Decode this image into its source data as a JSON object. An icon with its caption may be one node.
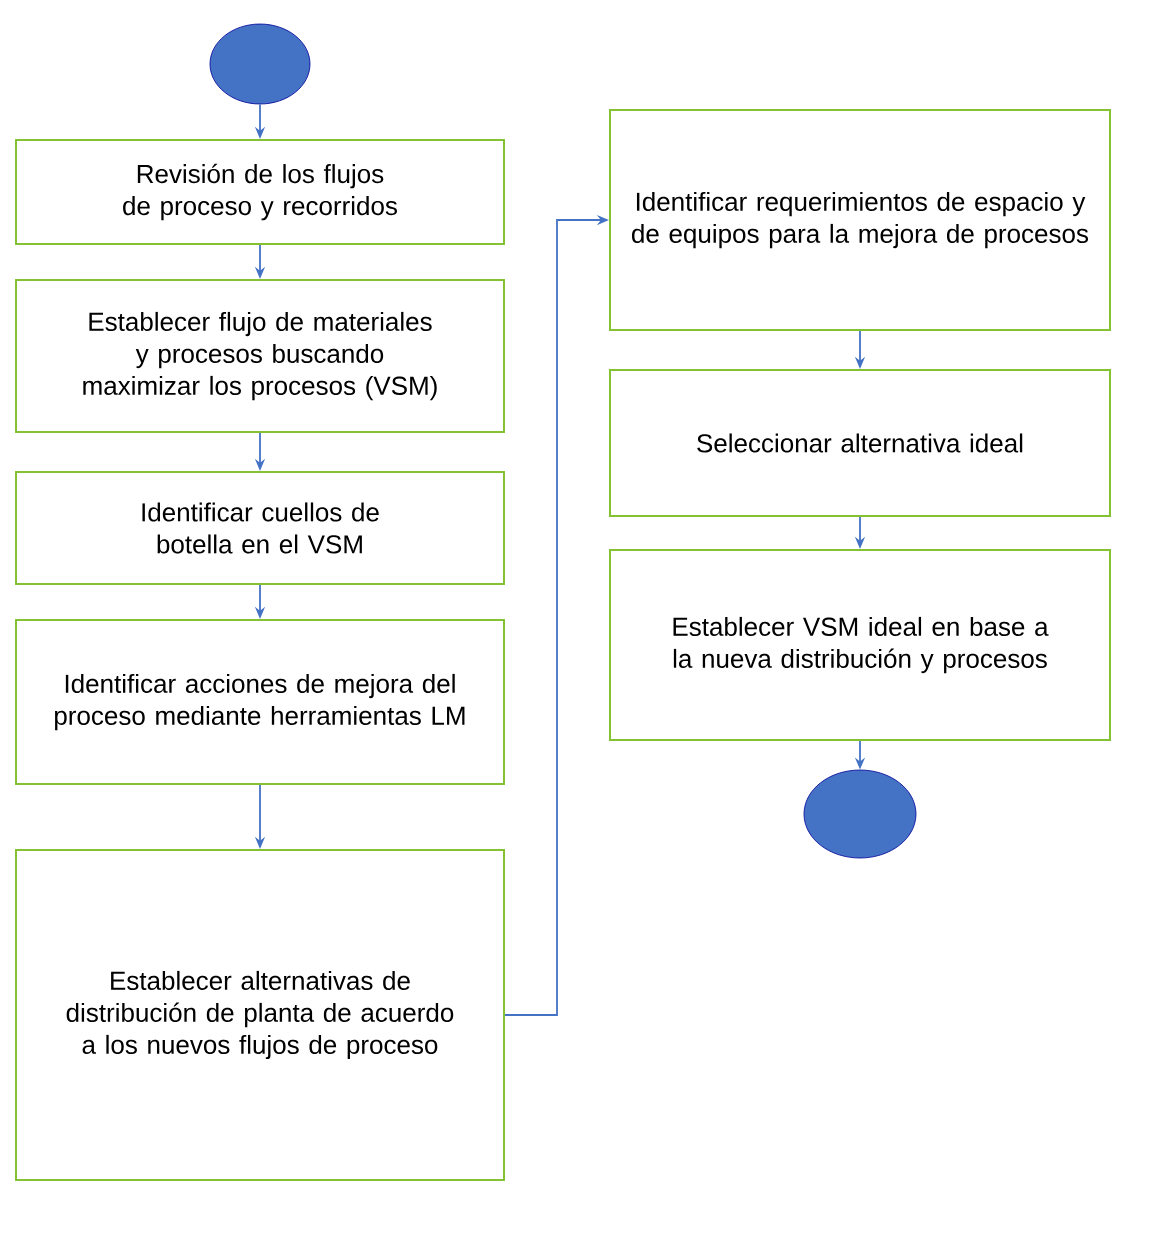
{
  "diagram": {
    "nodes": [
      {
        "text": [],
        "shape": "circle"
      },
      {
        "text": [
          "Revisión de los flujos de proceso y recorridos"
        ]
      },
      {
        "text": [
          "Establecer flujo de materiales y procesos buscando maximizar los procesos (VSM)"
        ]
      },
      {
        "text": [
          "Identificar cuellos de botella en el VSM"
        ]
      },
      {
        "text": [
          "Identificar acciones de mejora del proceso mediante herramientas LM"
        ]
      },
      {
        "text": [
          "Establecer alternativas de distribución de planta de acuerdo a los nuevos flujos de proceso"
        ]
      },
      {
        "text": [
          "Identificar requerimientos de espacio y de equipos para la mejora de procesos"
        ]
      },
      {
        "text": [
          "Seleccionar alternativa ideal"
        ]
      },
      {
        "text": [
          "Establecer VSM ideal en base a la nueva distribución y procesos"
        ]
      },
      {
        "text": [],
        "shape": "circle"
      }
    ],
    "edges": [
      {
        "from": 0,
        "to": 1,
        "arrow": "to"
      },
      {
        "from": 1,
        "to": 2,
        "arrow": "to"
      },
      {
        "from": 2,
        "to": 3,
        "arrow": "to"
      },
      {
        "from": 3,
        "to": 4,
        "arrow": "to"
      },
      {
        "from": 4,
        "to": 5,
        "arrow": "to"
      },
      {
        "from": 5,
        "to": 6,
        "arrow": "to"
      },
      {
        "from": 6,
        "to": 7,
        "arrow": "to"
      },
      {
        "from": 7,
        "to": 8,
        "arrow": "to"
      },
      {
        "from": 8,
        "to": 9,
        "arrow": "to"
      }
    ]
  }
}
